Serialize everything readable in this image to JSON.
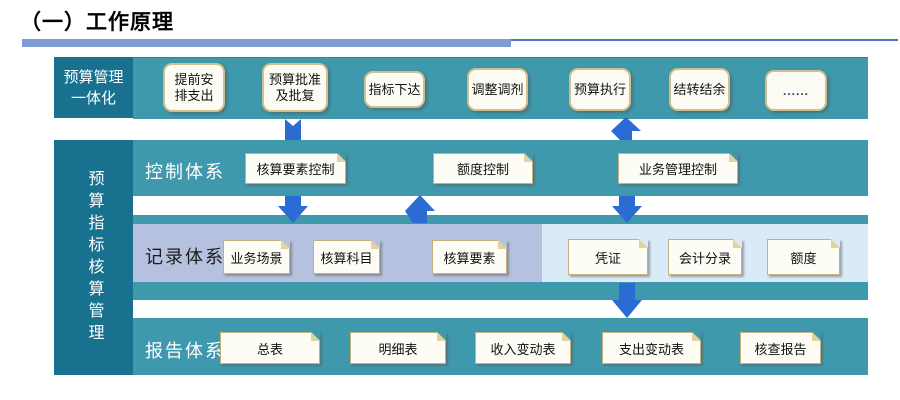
{
  "title": "（一）工作原理",
  "top_band": {
    "label": {
      "line1": "预算管理",
      "line2": "一体化"
    },
    "boxes": [
      {
        "line1": "提前安",
        "line2": "排支出"
      },
      {
        "line1": "预算批准",
        "line2": "及批复"
      },
      {
        "label": "指标下达"
      },
      {
        "label": "调整调剂"
      },
      {
        "label": "预算执行"
      },
      {
        "label": "结转结余"
      },
      {
        "label": "......"
      }
    ]
  },
  "sidebar": {
    "label": "预算指标核算管理"
  },
  "rows": {
    "control": {
      "label": "控制体系",
      "boxes": [
        {
          "label": "核算要素控制"
        },
        {
          "label": "额度控制"
        },
        {
          "label": "业务管理控制"
        }
      ]
    },
    "record": {
      "label": "记录体系",
      "left_boxes": [
        {
          "label": "业务场景"
        },
        {
          "label": "核算科目"
        },
        {
          "label": "核算要素"
        }
      ],
      "right_boxes": [
        {
          "label": "凭证"
        },
        {
          "label": "会计分录"
        },
        {
          "label": "额度"
        }
      ]
    },
    "report": {
      "label": "报告体系",
      "boxes": [
        {
          "label": "总表"
        },
        {
          "label": "明细表"
        },
        {
          "label": "收入变动表"
        },
        {
          "label": "支出变动表"
        },
        {
          "label": "核查报告"
        }
      ]
    }
  },
  "colors": {
    "band_teal": "#3f99ac",
    "dark_teal": "#17718f",
    "lavender": "#b5c1de",
    "light_blue": "#d9ebf8",
    "arrow_blue": "#2b6bd4",
    "title_bar_blue": "#7e9bd3",
    "card_border": "#c5b17e"
  }
}
